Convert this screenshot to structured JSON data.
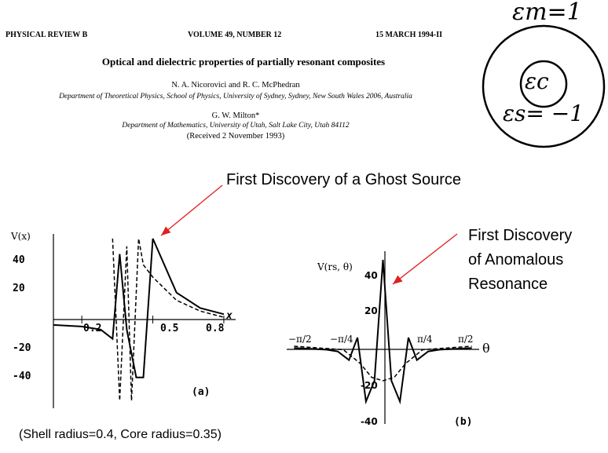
{
  "paper": {
    "journal": "PHYSICAL REVIEW B",
    "volume": "VOLUME 49, NUMBER 12",
    "date": "15 MARCH 1994-II",
    "title": "Optical and dielectric properties of partially resonant composites",
    "authors1": "N. A. Nicorovici and R. C. McPhedran",
    "affil1": "Department of Theoretical Physics, School of Physics, University of Sydney, Sydney, New South Wales 2006, Australia",
    "authors2": "G. W. Milton*",
    "affil2": "Department of Mathematics, University of Utah, Salt Lake City, Utah 84112",
    "received": "(Received 2 November 1993)"
  },
  "diagram": {
    "outer_label": "εm=1",
    "shell_label": "εs= −1",
    "core_label": "εc"
  },
  "annotations": {
    "ghost": "First Discovery of a Ghost Source",
    "anomalous_line1": "First Discovery",
    "anomalous_line2": "of Anomalous",
    "anomalous_line3": "Resonance",
    "caption": "(Shell radius=0.4,  Core radius=0.35)",
    "arrow_color": "#e02020"
  },
  "chart_data": [
    {
      "type": "line",
      "panel_label": "(a)",
      "ylabel": "V(x)",
      "xlabel": "x",
      "xlim": [
        0.08,
        0.85
      ],
      "ylim": [
        -55,
        58
      ],
      "x_ticks": [
        "0.2",
        "0.5",
        "0.8"
      ],
      "y_ticks": [
        "40",
        "20",
        "-20",
        "-40"
      ],
      "series": [
        {
          "style": "solid",
          "x": [
            0.08,
            0.2,
            0.28,
            0.33,
            0.36,
            0.39,
            0.43,
            0.46,
            0.5,
            0.6,
            0.7,
            0.8
          ],
          "y": [
            -1,
            -2,
            -4,
            -10,
            45,
            -4,
            -35,
            -35,
            55,
            20,
            10,
            6
          ]
        },
        {
          "style": "dashed",
          "x": [
            0.33,
            0.36,
            0.39,
            0.41,
            0.44,
            0.46,
            0.5,
            0.6,
            0.7,
            0.8
          ],
          "y": [
            55,
            -50,
            50,
            -50,
            55,
            38,
            30,
            15,
            8,
            4
          ]
        }
      ]
    },
    {
      "type": "line",
      "panel_label": "(b)",
      "ylabel": "V(rs, θ)",
      "xlabel": "θ",
      "xlim": [
        -1.7,
        1.7
      ],
      "ylim": [
        -45,
        55
      ],
      "x_ticks": [
        "−π/2",
        "−π/4",
        "π/4",
        "π/2"
      ],
      "y_ticks": [
        "40",
        "20",
        "-20",
        "-40"
      ],
      "series": [
        {
          "style": "solid",
          "x": [
            -1.57,
            -1.0,
            -0.8,
            -0.6,
            -0.45,
            -0.3,
            -0.15,
            0,
            0.15,
            0.3,
            0.45,
            0.6,
            0.8,
            1.0,
            1.57
          ],
          "y": [
            -1,
            -2,
            -3,
            -8,
            5,
            -32,
            -20,
            50,
            -20,
            -32,
            5,
            -8,
            -3,
            -2,
            -1
          ]
        },
        {
          "style": "dashed",
          "x": [
            -1.57,
            -0.7,
            -0.4,
            -0.2,
            0,
            0.2,
            0.4,
            0.7,
            1.57
          ],
          "y": [
            0,
            -2,
            -10,
            -18,
            -20,
            -18,
            -10,
            -2,
            0
          ]
        }
      ]
    }
  ]
}
